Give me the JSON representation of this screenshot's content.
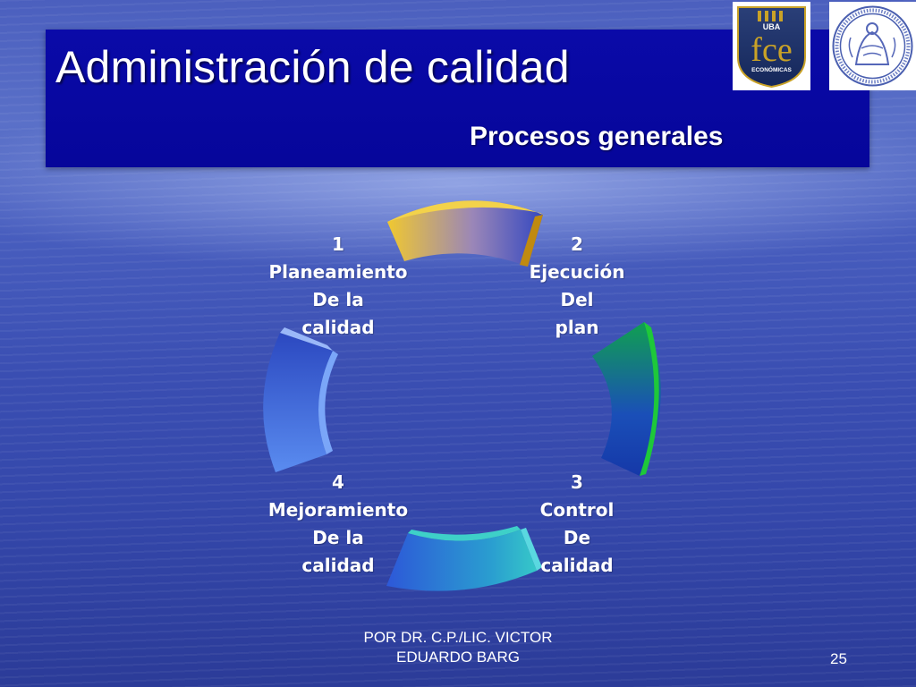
{
  "slide": {
    "title": "Administración de calidad",
    "subtitle": "Procesos generales",
    "footer": {
      "author_line1": "POR DR. C.P./LIC. VICTOR",
      "author_line2": "EDUARDO BARG"
    },
    "slide_number": "25"
  },
  "logos": {
    "fce": {
      "top_text": "UBA",
      "main_text": "fce",
      "bottom_text": "ECONÓMICAS"
    },
    "uba": {
      "icon": "university-seal"
    }
  },
  "cycle": {
    "steps": [
      {
        "number": "1",
        "lines": [
          "Planeamiento",
          "De la",
          "calidad"
        ],
        "color": "#3f6fe0"
      },
      {
        "number": "2",
        "lines": [
          "Ejecución",
          "Del",
          "plan"
        ],
        "color": "#12b03a"
      },
      {
        "number": "3",
        "lines": [
          "Control",
          "De",
          "calidad"
        ],
        "color": "#2bb8c8"
      },
      {
        "number": "4",
        "lines": [
          "Mejoramiento",
          "De la",
          "calidad"
        ],
        "color": "#e0b020"
      }
    ]
  },
  "colors": {
    "title_bar": "#0707a0",
    "background": "#4257bb",
    "text": "#ffffff"
  }
}
